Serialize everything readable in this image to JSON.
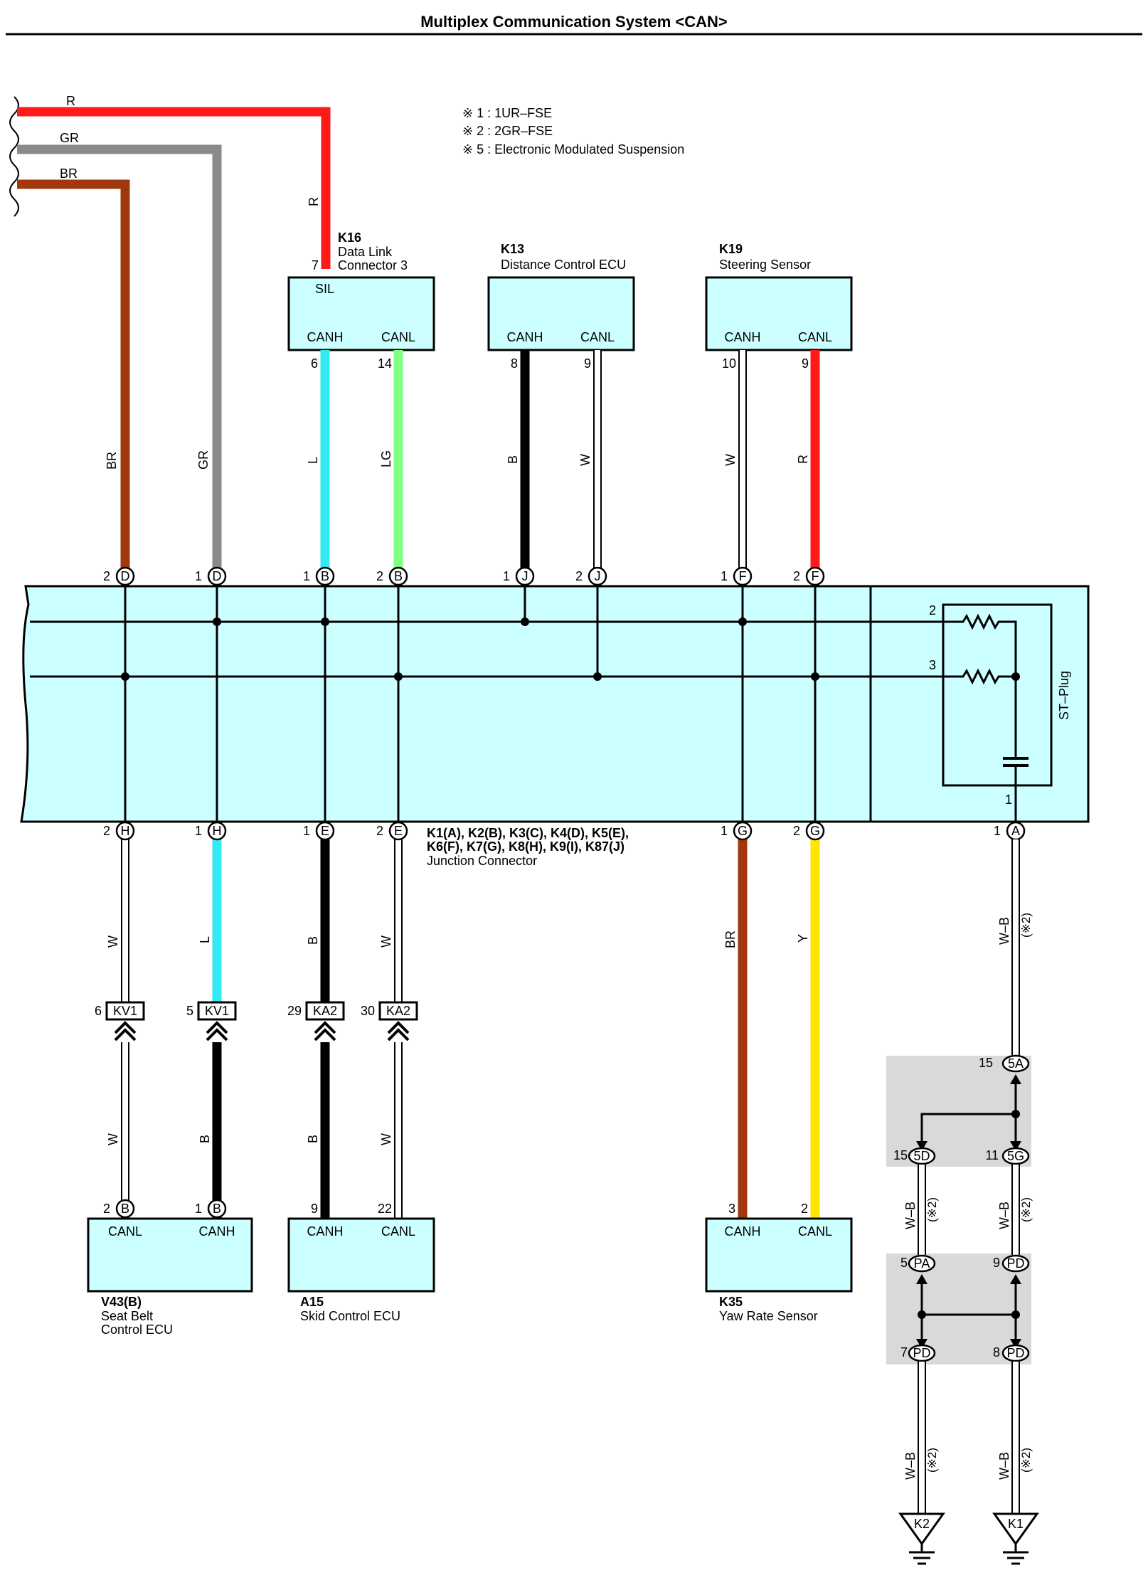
{
  "title": "Multiplex Communication System <CAN>",
  "notes": [
    "※ 1 : 1UR–FSE",
    "※ 2 : 2GR–FSE",
    "※ 5 : Electronic Modulated Suspension"
  ],
  "colors": {
    "R": "#ff1a1a",
    "GR": "#8a8a8a",
    "BR": "#a0380c",
    "L": "#33eaf2",
    "LG": "#80ff80",
    "B": "#000000",
    "W": "#ffffff",
    "Y": "#ffe600",
    "box": "#ccffff",
    "shade": "#d9d9d9"
  },
  "incoming": [
    {
      "label": "R"
    },
    {
      "label": "GR"
    },
    {
      "label": "BR"
    }
  ],
  "top_components": [
    {
      "code": "K16",
      "name1": "Data Link",
      "name2": "Connector 3",
      "sil": "SIL",
      "sil_pin": "7",
      "wire_in": "R",
      "pins": [
        {
          "num": "6",
          "sig": "CANH",
          "wire": "L"
        },
        {
          "num": "14",
          "sig": "CANL",
          "wire": "LG"
        }
      ]
    },
    {
      "code": "K13",
      "name1": "Distance Control ECU",
      "pins": [
        {
          "num": "8",
          "sig": "CANH",
          "wire": "B"
        },
        {
          "num": "9",
          "sig": "CANL",
          "wire": "W"
        }
      ]
    },
    {
      "code": "K19",
      "name1": "Steering Sensor",
      "pins": [
        {
          "num": "10",
          "sig": "CANH",
          "wire": "W"
        },
        {
          "num": "9",
          "sig": "CANL",
          "wire": "R"
        }
      ]
    }
  ],
  "left_wires": [
    "BR",
    "GR"
  ],
  "junction": {
    "label1": "K1(A), K2(B), K3(C), K4(D), K5(E),",
    "label2": "K6(F), K7(G), K8(H), K9(I), K87(J)",
    "name": "Junction Connector",
    "top_pins": [
      {
        "num": "2",
        "letter": "D"
      },
      {
        "num": "1",
        "letter": "D"
      },
      {
        "num": "1",
        "letter": "B"
      },
      {
        "num": "2",
        "letter": "B"
      },
      {
        "num": "1",
        "letter": "J"
      },
      {
        "num": "2",
        "letter": "J"
      },
      {
        "num": "1",
        "letter": "F"
      },
      {
        "num": "2",
        "letter": "F"
      }
    ],
    "bottom_pins": [
      {
        "num": "2",
        "letter": "H"
      },
      {
        "num": "1",
        "letter": "H"
      },
      {
        "num": "1",
        "letter": "E"
      },
      {
        "num": "2",
        "letter": "E"
      },
      {
        "num": "1",
        "letter": "G"
      },
      {
        "num": "2",
        "letter": "G"
      },
      {
        "num": "1",
        "letter": "A"
      }
    ],
    "plug": {
      "label": "ST–Plug",
      "pin2": "2",
      "pin3": "3",
      "pin1": "1"
    }
  },
  "middle_wires": [
    "W",
    "L",
    "B",
    "W",
    "BR",
    "Y"
  ],
  "inline_connectors": [
    {
      "num": "6",
      "code": "KV1"
    },
    {
      "num": "5",
      "code": "KV1"
    },
    {
      "num": "29",
      "code": "KA2"
    },
    {
      "num": "30",
      "code": "KA2"
    }
  ],
  "lower_wires": [
    "W",
    "B",
    "B",
    "W"
  ],
  "bottom_components": [
    {
      "code": "V43(B)",
      "name1": "Seat Belt",
      "name2": "Control ECU",
      "pins": [
        {
          "num": "2",
          "letter": "B",
          "sig": "CANL"
        },
        {
          "num": "1",
          "letter": "B",
          "sig": "CANH"
        }
      ]
    },
    {
      "code": "A15",
      "name1": "Skid Control ECU",
      "pins": [
        {
          "num": "9",
          "sig": "CANH"
        },
        {
          "num": "22",
          "sig": "CANL"
        }
      ]
    },
    {
      "code": "K35",
      "name1": "Yaw Rate Sensor",
      "pins": [
        {
          "num": "3",
          "sig": "CANH"
        },
        {
          "num": "2",
          "sig": "CANL"
        }
      ]
    }
  ],
  "ground": {
    "wire": "W–B",
    "note": "(※2)",
    "conn_5A": {
      "num": "15",
      "code": "5A"
    },
    "conn_5D": {
      "num": "15",
      "code": "5D"
    },
    "conn_5G": {
      "num": "11",
      "code": "5G"
    },
    "conn_PA": {
      "num": "5",
      "code": "PA"
    },
    "conn_PD9": {
      "num": "9",
      "code": "PD"
    },
    "conn_PD7": {
      "num": "7",
      "code": "PD"
    },
    "conn_PD8": {
      "num": "8",
      "code": "PD"
    },
    "grounds": [
      {
        "code": "K2"
      },
      {
        "code": "K1"
      }
    ]
  }
}
